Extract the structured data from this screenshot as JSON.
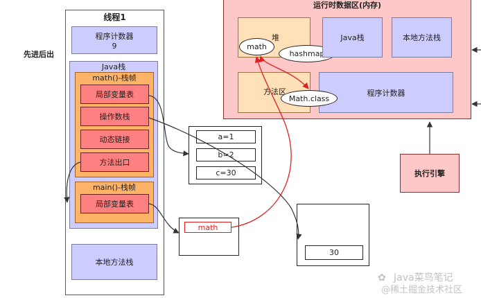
{
  "left_label": "先进后出",
  "thread": {
    "title": "线程1",
    "pc": {
      "label": "程序计数器",
      "value": "9"
    },
    "java_stack": {
      "title": "Java栈",
      "math_frame": {
        "title": "math()-栈帧",
        "items": [
          "局部变量表",
          "操作数栈",
          "动态链接",
          "方法出口"
        ]
      },
      "main_frame": {
        "title": "main()-栈帧",
        "items": [
          "局部变量表"
        ]
      }
    },
    "native_stack": "本地方法栈"
  },
  "runtime": {
    "title": "运行时数据区(内存)",
    "heap": {
      "label": "堆",
      "objects": [
        "math",
        "hashmap"
      ]
    },
    "java_stack": "Java栈",
    "native_stack": "本地方法栈",
    "method_area": {
      "label": "方法区",
      "object": "Math.class"
    },
    "pc": "程序计数器"
  },
  "engine": "执行引擎",
  "locals": [
    "a=1",
    "b=2",
    "c=30"
  ],
  "main_local": "math",
  "operand_value": "30",
  "watermark": {
    "icon_text": "✿",
    "line1": "Java菜鸟笔记",
    "line2": "@稀土掘金技术社区"
  },
  "colors": {
    "red_arrow": "#e02020",
    "dark_arrow": "#333333"
  }
}
